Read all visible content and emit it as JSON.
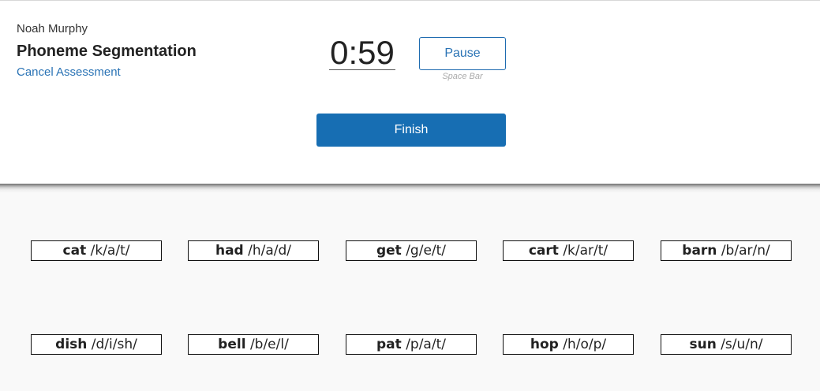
{
  "header": {
    "student_name": "Noah Murphy",
    "assessment_title": "Phoneme Segmentation",
    "cancel_label": "Cancel Assessment",
    "timer": "0:59",
    "pause_label": "Pause",
    "pause_hint": "Space Bar",
    "finish_label": "Finish"
  },
  "colors": {
    "accent": "#176eb3",
    "link": "#2a73b5"
  },
  "words": [
    {
      "word": "cat",
      "phonemes": "/k/a/t/"
    },
    {
      "word": "had",
      "phonemes": "/h/a/d/"
    },
    {
      "word": "get",
      "phonemes": "/g/e/t/"
    },
    {
      "word": "cart",
      "phonemes": "/k/ar/t/"
    },
    {
      "word": "barn",
      "phonemes": "/b/ar/n/"
    },
    {
      "word": "dish",
      "phonemes": "/d/i/sh/"
    },
    {
      "word": "bell",
      "phonemes": "/b/e/l/"
    },
    {
      "word": "pat",
      "phonemes": "/p/a/t/"
    },
    {
      "word": "hop",
      "phonemes": "/h/o/p/"
    },
    {
      "word": "sun",
      "phonemes": "/s/u/n/"
    }
  ]
}
